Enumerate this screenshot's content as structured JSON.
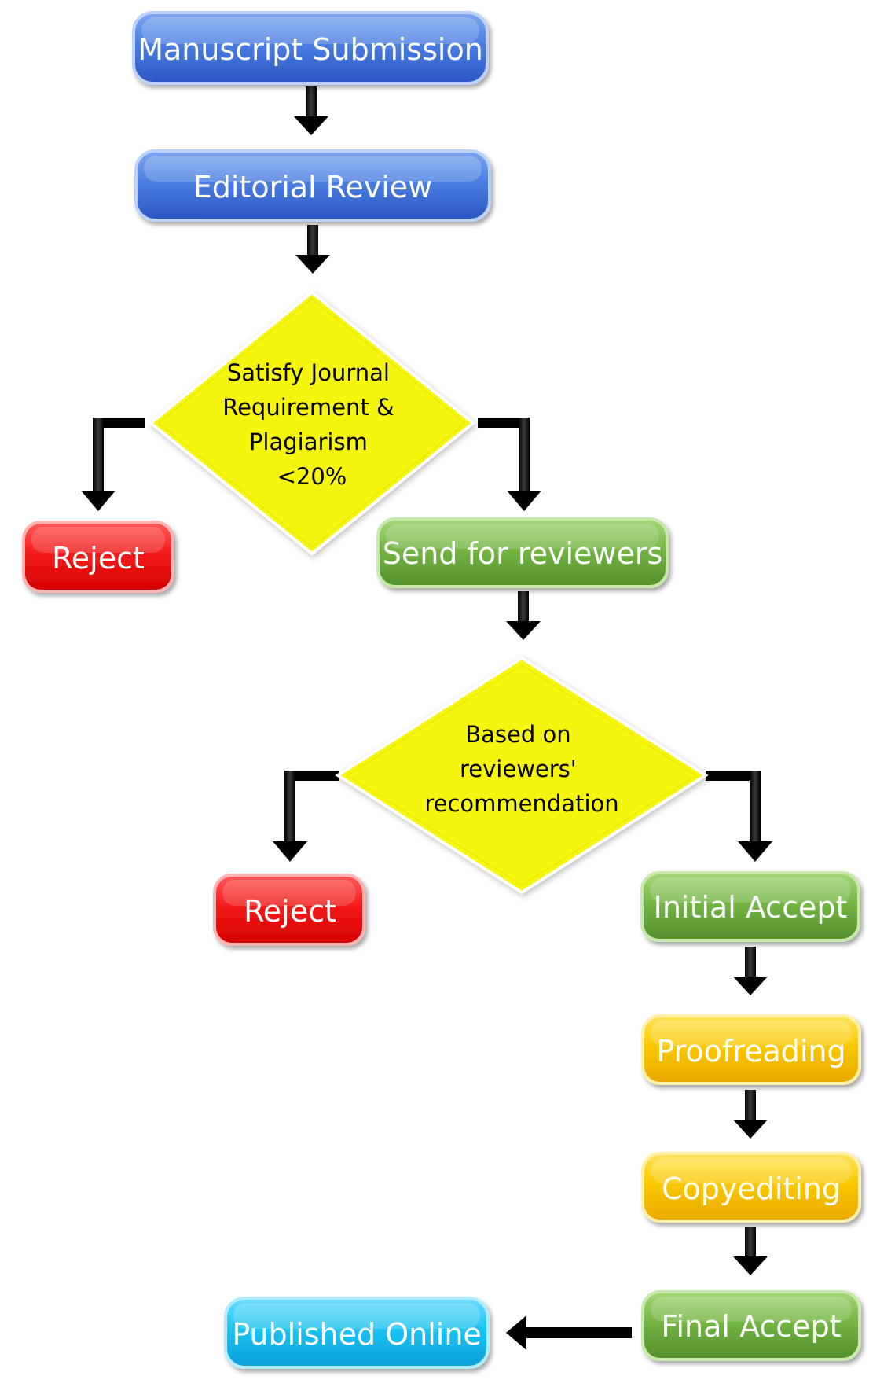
{
  "nodes": {
    "manuscript_submission": "Manuscript Submission",
    "editorial_review": "Editorial Review",
    "decision_journal": [
      "Satisfy Journal",
      "Requirement &",
      "Plagiarism",
      "<20%"
    ],
    "reject_1": "Reject",
    "send_for_reviewers": "Send for reviewers",
    "decision_reviewers": [
      "Based on",
      "reviewers'",
      "recommendation"
    ],
    "reject_2": "Reject",
    "initial_accept": "Initial Accept",
    "proofreading": "Proofreading",
    "copyediting": "Copyediting",
    "final_accept": "Final Accept",
    "published_online": "Published Online"
  },
  "colors": {
    "blue": "#3d6fd9",
    "red": "#ee0f0f",
    "green": "#6fb13f",
    "yellow": "#f7c400",
    "cyan": "#14bfee",
    "diamond": "#f5f50a",
    "arrow": "#000000"
  }
}
